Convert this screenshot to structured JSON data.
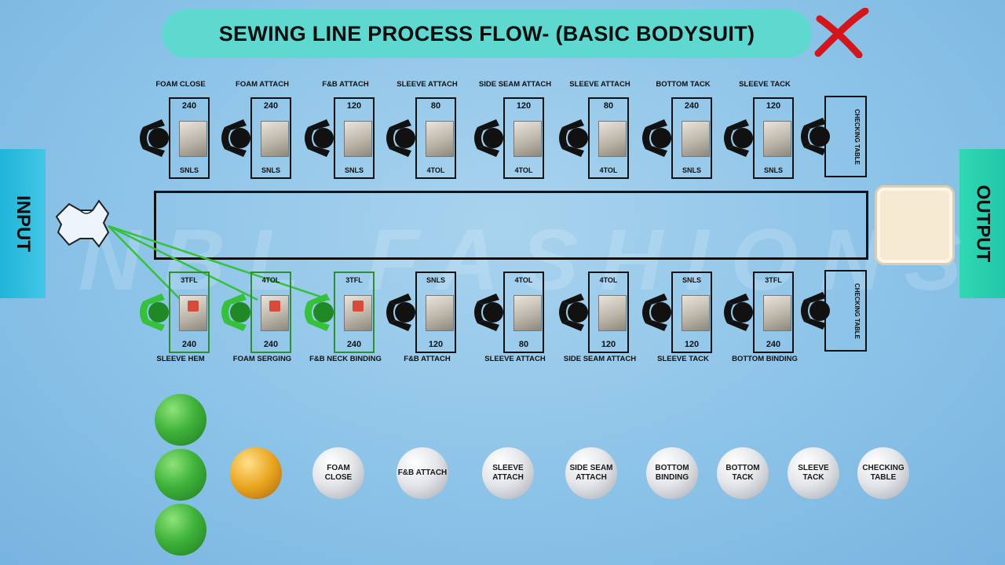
{
  "title": "SEWING LINE PROCESS FLOW- (BASIC BODYSUIT)",
  "side_tabs": {
    "input": "INPUT",
    "output": "OUTPUT"
  },
  "watermark": "NBL FASHIONS",
  "colors": {
    "title_bg": "#5fd8cf",
    "input_tab": "#1fb4d8",
    "output_tab": "#22c7a8",
    "close_mark": "#d4161c",
    "highlight": "#35c23a"
  },
  "top_row": [
    {
      "name": "FOAM CLOSE",
      "value": "240",
      "machine": "SNLS"
    },
    {
      "name": "FOAM ATTACH",
      "value": "240",
      "machine": "SNLS"
    },
    {
      "name": "F&B ATTACH",
      "value": "120",
      "machine": "SNLS"
    },
    {
      "name": "SLEEVE ATTACH",
      "value": "80",
      "machine": "4TOL"
    },
    {
      "name": "SIDE SEAM ATTACH",
      "value": "120",
      "machine": "4TOL"
    },
    {
      "name": "SLEEVE ATTACH",
      "value": "80",
      "machine": "4TOL"
    },
    {
      "name": "BOTTOM TACK",
      "value": "240",
      "machine": "SNLS"
    },
    {
      "name": "SLEEVE TACK",
      "value": "120",
      "machine": "SNLS"
    }
  ],
  "bottom_row": [
    {
      "name": "SLEEVE HEM",
      "value": "240",
      "machine": "3TFL",
      "active": true
    },
    {
      "name": "FOAM SERGING",
      "value": "240",
      "machine": "4TOL",
      "active": true
    },
    {
      "name": "F&B NECK BINDING",
      "value": "240",
      "machine": "3TFL",
      "active": true
    },
    {
      "name": "F&B ATTACH",
      "value": "120",
      "machine": "SNLS",
      "active": false
    },
    {
      "name": "SLEEVE ATTACH",
      "value": "80",
      "machine": "4TOL",
      "active": false
    },
    {
      "name": "SIDE SEAM ATTACH",
      "value": "120",
      "machine": "4TOL",
      "active": false
    },
    {
      "name": "SLEEVE TACK",
      "value": "120",
      "machine": "SNLS",
      "active": false
    },
    {
      "name": "BOTTOM BINDING",
      "value": "240",
      "machine": "3TFL",
      "active": false
    }
  ],
  "checking_table": "CHECKING TABLE",
  "progress_balls": [
    {
      "label": "",
      "state": "green"
    },
    {
      "label": "",
      "state": "green"
    },
    {
      "label": "",
      "state": "green"
    },
    {
      "label": "",
      "state": "orange"
    },
    {
      "label": "FOAM CLOSE",
      "state": "white"
    },
    {
      "label": "F&B ATTACH",
      "state": "white"
    },
    {
      "label": "SLEEVE ATTACH",
      "state": "white"
    },
    {
      "label": "SIDE SEAM ATTACH",
      "state": "white"
    },
    {
      "label": "BOTTOM BINDING",
      "state": "white"
    },
    {
      "label": "BOTTOM TACK",
      "state": "white"
    },
    {
      "label": "SLEEVE TACK",
      "state": "white"
    },
    {
      "label": "CHECKING TABLE",
      "state": "white"
    }
  ]
}
